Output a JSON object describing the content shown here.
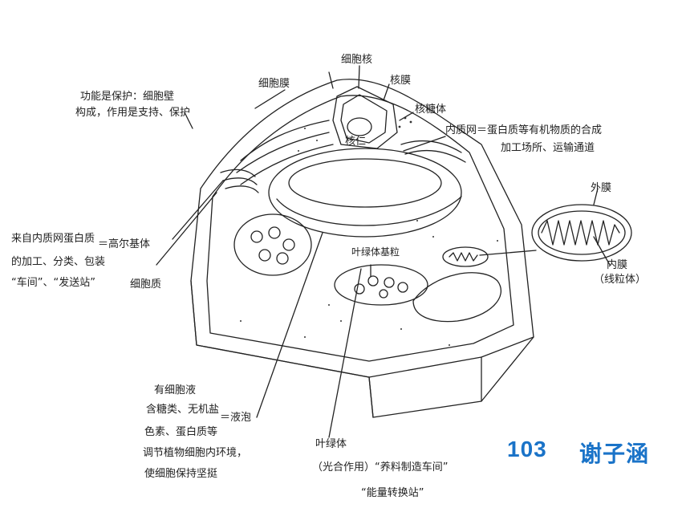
{
  "labels": {
    "cell_wall": "细胞壁",
    "cell_wall_note": [
      "功能是保护：细胞壁",
      "构成，作用是支持、保护"
    ],
    "cell_membrane": "细胞膜",
    "nucleus": "细胞核",
    "nuclear_membrane": "核膜",
    "nucleolus": "核仁",
    "ribosome": "核糖体",
    "er": "内质网",
    "er_note": [
      "内质网＝蛋白质等有机物质的合成",
      "加工场所、运输通道"
    ],
    "golgi_note": [
      "来自内质网蛋白质",
      "的加工、分类、包装",
      "“车间”、“发送站”"
    ],
    "golgi": "＝高尔基体",
    "cytoplasm": "细胞质",
    "mito_outer": "外膜",
    "mito_inner": [
      "内膜",
      "（线粒体）"
    ],
    "grana": "叶绿体基粒",
    "vacuole_note": [
      "有细胞液",
      "含糖类、无机盐",
      "色素、蛋白质等",
      "调节植物细胞内环境，",
      "使细胞保持坚挺"
    ],
    "vacuole": "＝液泡",
    "chloroplast": "叶绿体",
    "chloroplast_note": "（光合作用）“养料制造车间”",
    "chloroplast_note2": "“能量转换站”"
  },
  "signature": {
    "number": "103",
    "name": "谢子涵"
  }
}
